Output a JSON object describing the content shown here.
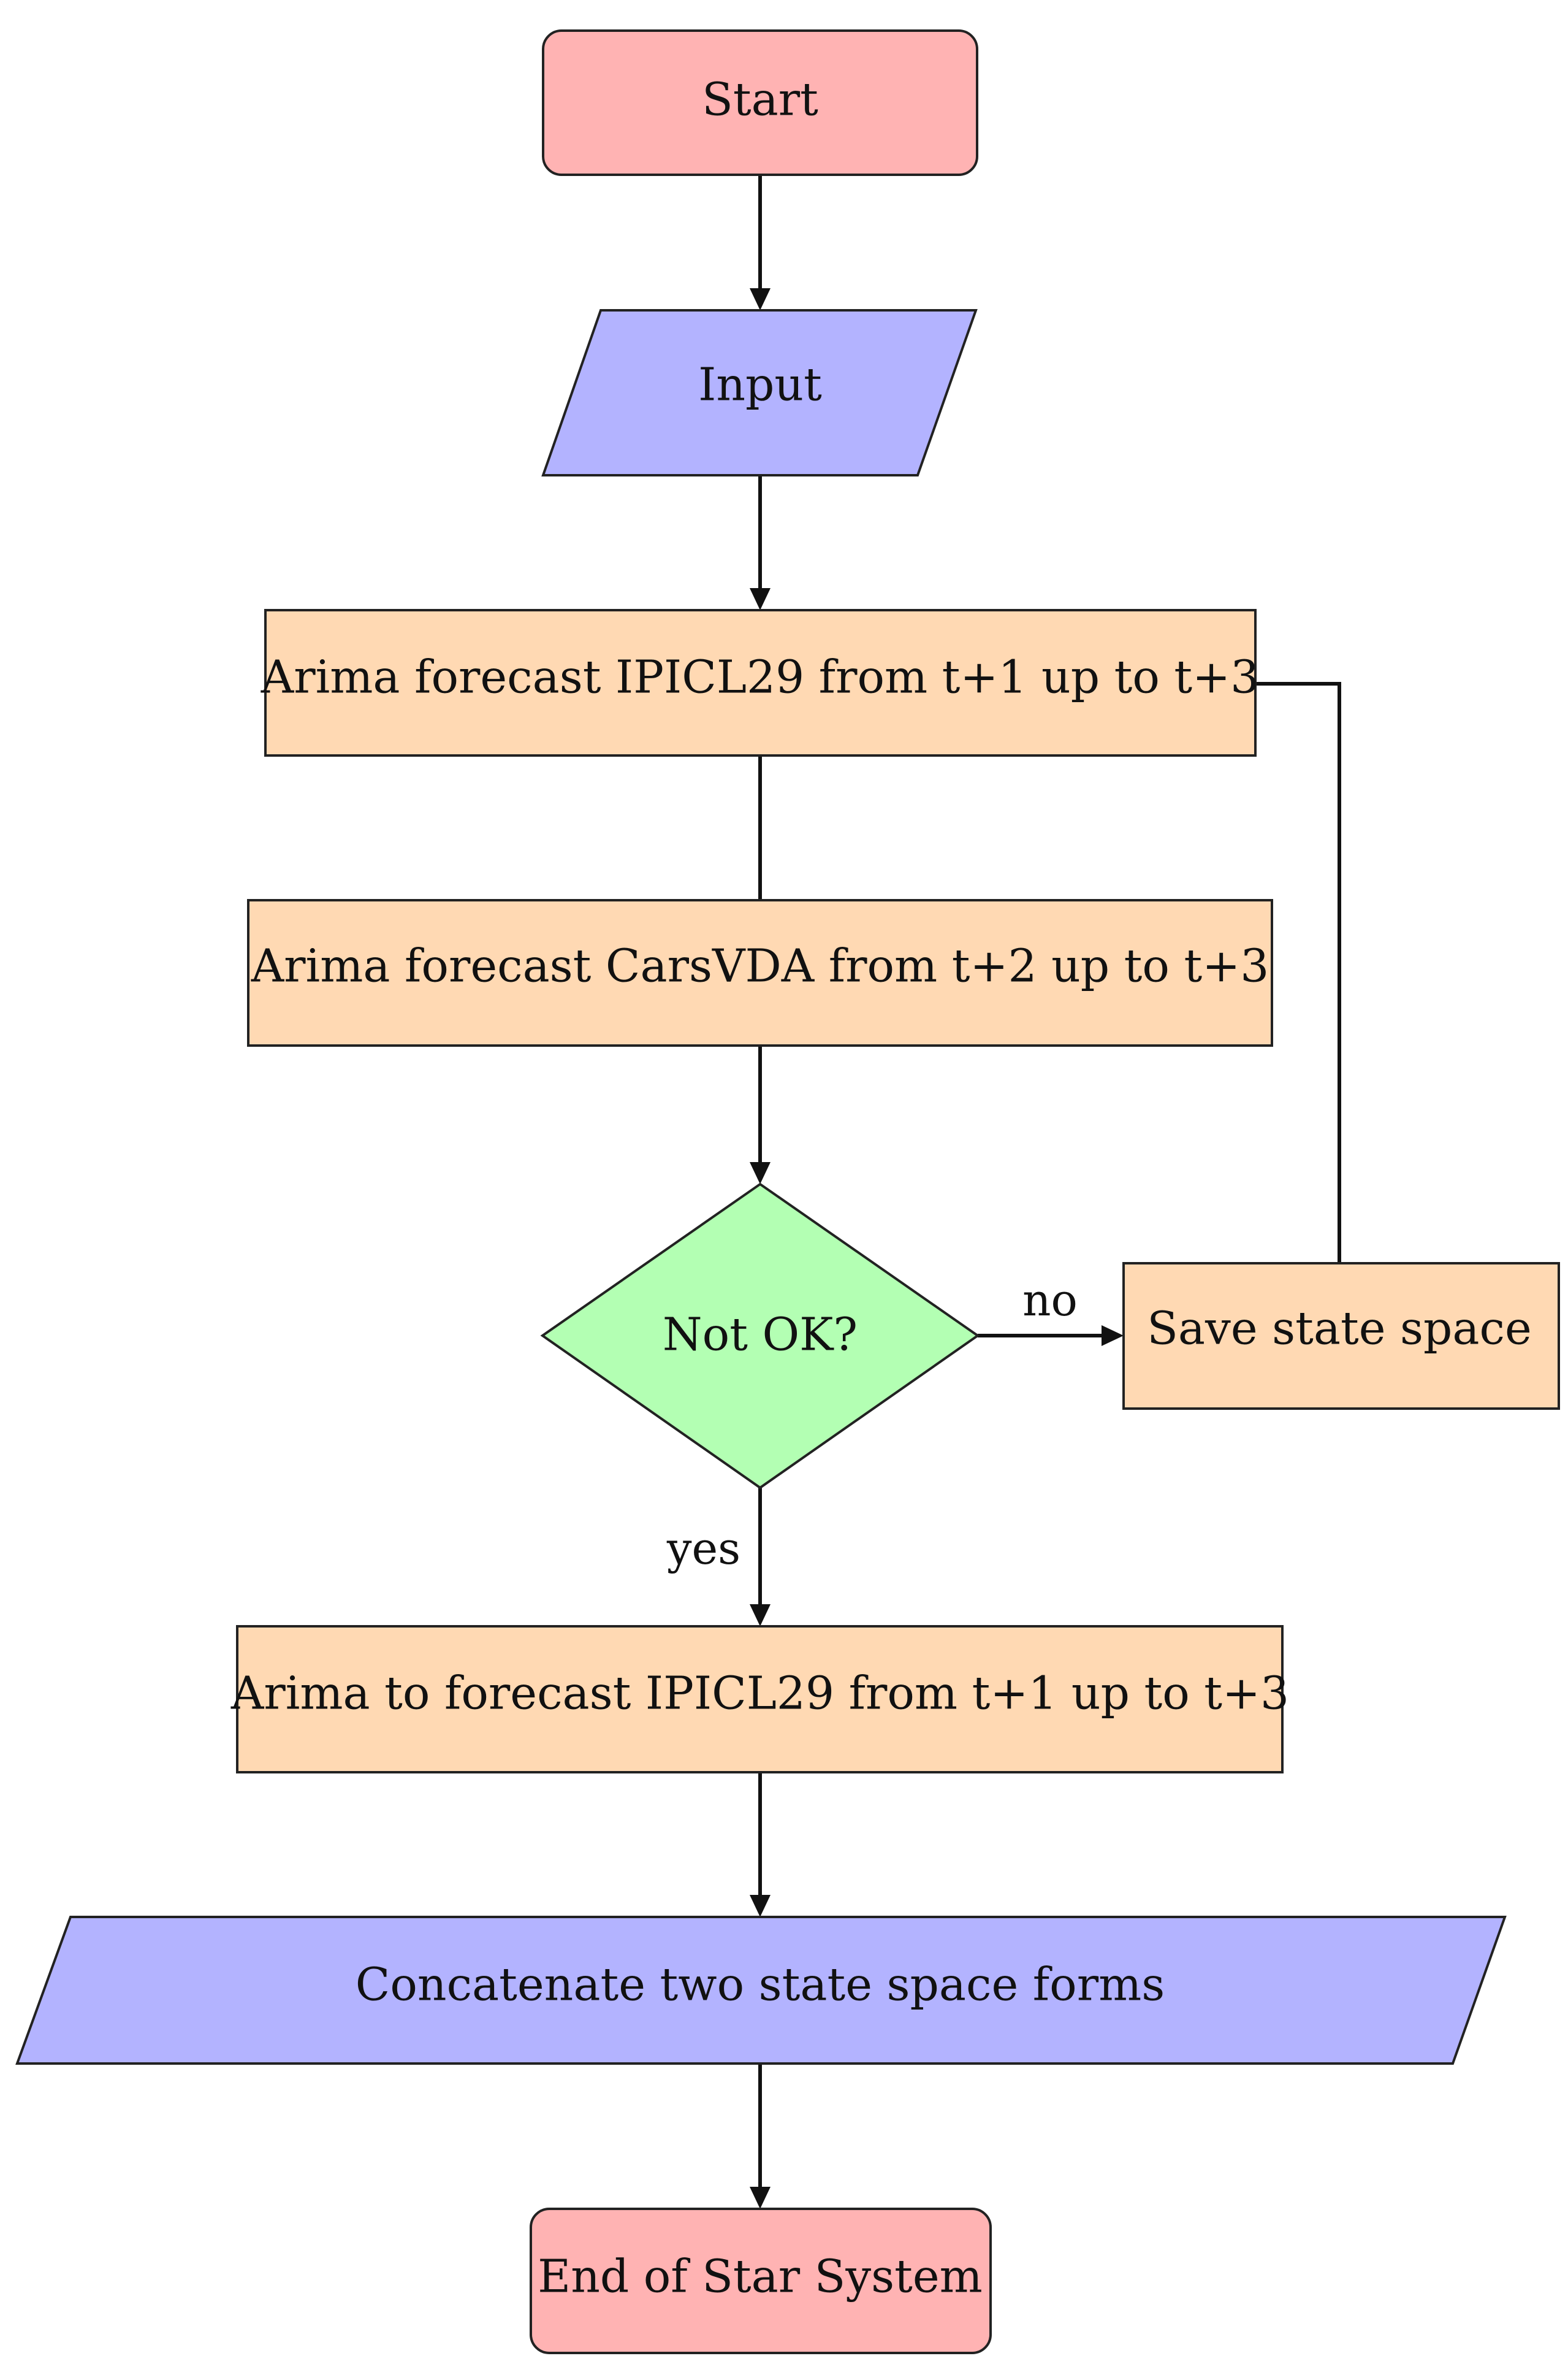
{
  "diagram": {
    "type": "flowchart",
    "colors": {
      "terminal": "#ffb3b3",
      "io": "#b3b3ff",
      "process": "#ffd9b3",
      "decision": "#b3ffb3",
      "line": "#111111",
      "border": "#222222"
    },
    "nodes": {
      "start": {
        "label": "Start",
        "shape": "rounded-rectangle"
      },
      "input": {
        "label": "Input",
        "shape": "parallelogram"
      },
      "arima_ipicl29": {
        "label": "Arima forecast IPICL29 from t+1 up to t+3",
        "shape": "rectangle"
      },
      "arima_carsvda": {
        "label": "Arima forecast CarsVDA from t+2 up to t+3",
        "shape": "rectangle"
      },
      "decision": {
        "label": "Not OK?",
        "shape": "diamond"
      },
      "save_state": {
        "label": "Save state space",
        "shape": "rectangle"
      },
      "arima_to_ipicl29": {
        "label": "Arima to forecast IPICL29 from t+1 up to t+3",
        "shape": "rectangle"
      },
      "concatenate": {
        "label": "Concatenate two state space forms",
        "shape": "parallelogram"
      },
      "end": {
        "label": "End of Star System",
        "shape": "rounded-rectangle"
      }
    },
    "edges": {
      "no_label": "no",
      "yes_label": "yes"
    }
  }
}
